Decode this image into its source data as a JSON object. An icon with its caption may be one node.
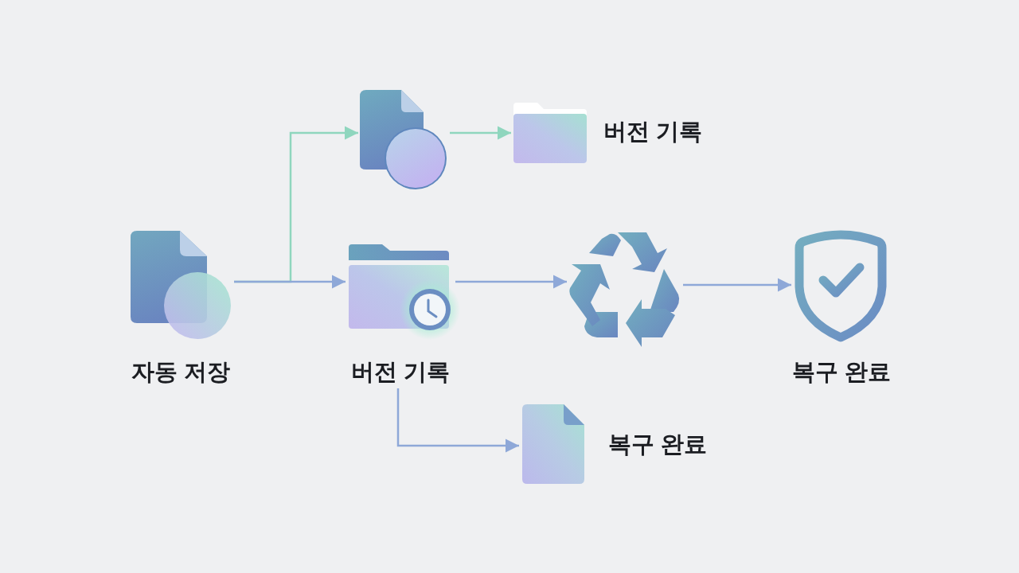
{
  "diagram": {
    "nodes": [
      {
        "text": [
          "자동 저장"
        ]
      },
      {
        "text": [],
        "shape": "picture"
      },
      {
        "text": [
          "버전 기록"
        ]
      },
      {
        "text": [
          "버전 기록"
        ]
      },
      {
        "text": [],
        "shape": "picture"
      },
      {
        "text": [
          "복구 완료"
        ]
      },
      {
        "text": [
          "복구 완료"
        ]
      }
    ],
    "edges": [
      {
        "from": 0,
        "to": 1,
        "arrow": "to",
        "color": "#8fd6be"
      },
      {
        "from": 0,
        "to": 3,
        "arrow": "to"
      },
      {
        "from": 1,
        "to": 2,
        "arrow": "to",
        "color": "#8fd6be"
      },
      {
        "from": 3,
        "to": 4,
        "arrow": "to"
      },
      {
        "from": 4,
        "to": 5,
        "arrow": "to"
      },
      {
        "from": 3,
        "to": 6,
        "arrow": "to"
      }
    ]
  }
}
